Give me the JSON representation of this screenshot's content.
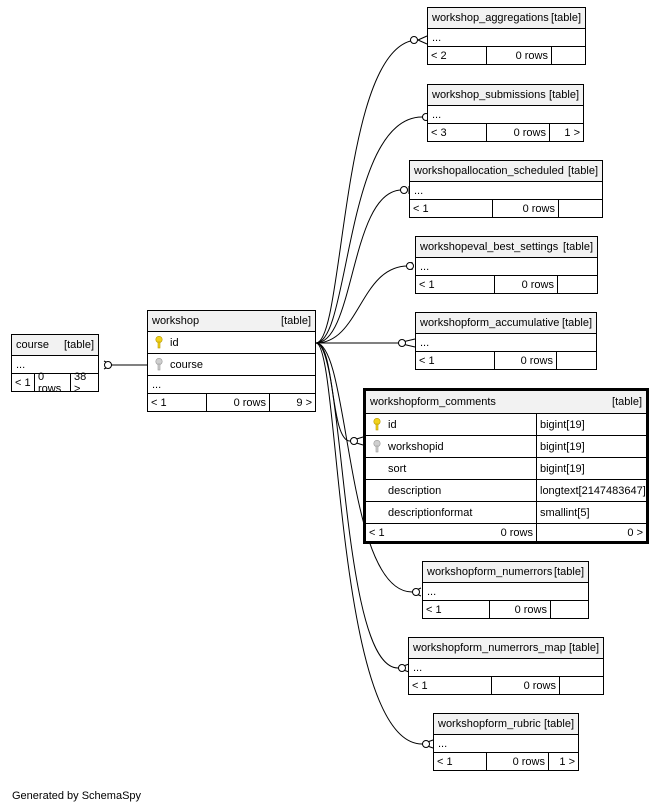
{
  "diagram": {
    "type": "schema-relationships",
    "focus_table": "workshopform_comments",
    "tables": [
      {
        "name": "course",
        "tag": "[table]",
        "footer": {
          "left": "< 1",
          "mid": "0 rows",
          "right": "38 >"
        }
      },
      {
        "name": "workshop",
        "tag": "[table]",
        "columns": [
          {
            "name": "id",
            "key": "primary"
          },
          {
            "name": "course",
            "key": "foreign"
          }
        ],
        "footer": {
          "left": "< 1",
          "mid": "0 rows",
          "right": "9 >"
        }
      },
      {
        "name": "workshop_aggregations",
        "tag": "[table]",
        "footer": {
          "left": "< 2",
          "mid": "0 rows",
          "right": ""
        }
      },
      {
        "name": "workshop_submissions",
        "tag": "[table]",
        "footer": {
          "left": "< 3",
          "mid": "0 rows",
          "right": "1 >"
        }
      },
      {
        "name": "workshopallocation_scheduled",
        "tag": "[table]",
        "footer": {
          "left": "< 1",
          "mid": "0 rows",
          "right": ""
        }
      },
      {
        "name": "workshopeval_best_settings",
        "tag": "[table]",
        "footer": {
          "left": "< 1",
          "mid": "0 rows",
          "right": ""
        }
      },
      {
        "name": "workshopform_accumulative",
        "tag": "[table]",
        "footer": {
          "left": "< 1",
          "mid": "0 rows",
          "right": ""
        }
      },
      {
        "name": "workshopform_comments",
        "tag": "[table]",
        "columns": [
          {
            "name": "id",
            "type": "bigint[19]",
            "key": "primary"
          },
          {
            "name": "workshopid",
            "type": "bigint[19]",
            "key": "foreign"
          },
          {
            "name": "sort",
            "type": "bigint[19]",
            "key": ""
          },
          {
            "name": "description",
            "type": "longtext[2147483647]",
            "key": ""
          },
          {
            "name": "descriptionformat",
            "type": "smallint[5]",
            "key": ""
          }
        ],
        "footer": {
          "left": "< 1",
          "mid": "0 rows",
          "right": "0 >"
        }
      },
      {
        "name": "workshopform_numerrors",
        "tag": "[table]",
        "footer": {
          "left": "< 1",
          "mid": "0 rows",
          "right": ""
        }
      },
      {
        "name": "workshopform_numerrors_map",
        "tag": "[table]",
        "footer": {
          "left": "< 1",
          "mid": "0 rows",
          "right": ""
        }
      },
      {
        "name": "workshopform_rubric",
        "tag": "[table]",
        "footer": {
          "left": "< 1",
          "mid": "0 rows",
          "right": "1 >"
        }
      }
    ],
    "ellipsis": "...",
    "relationships": [
      {
        "from": "workshop",
        "to": "course"
      },
      {
        "from": "workshop_aggregations",
        "to": "workshop"
      },
      {
        "from": "workshop_submissions",
        "to": "workshop"
      },
      {
        "from": "workshopallocation_scheduled",
        "to": "workshop"
      },
      {
        "from": "workshopeval_best_settings",
        "to": "workshop"
      },
      {
        "from": "workshopform_accumulative",
        "to": "workshop"
      },
      {
        "from": "workshopform_comments",
        "to": "workshop"
      },
      {
        "from": "workshopform_numerrors",
        "to": "workshop"
      },
      {
        "from": "workshopform_numerrors_map",
        "to": "workshop"
      },
      {
        "from": "workshopform_rubric",
        "to": "workshop"
      }
    ]
  },
  "footer_text": "Generated by SchemaSpy",
  "colors": {
    "primary_key": "#f2d21b",
    "foreign_key": "#bdbdbd",
    "header_bg": "#f2f2f2"
  }
}
